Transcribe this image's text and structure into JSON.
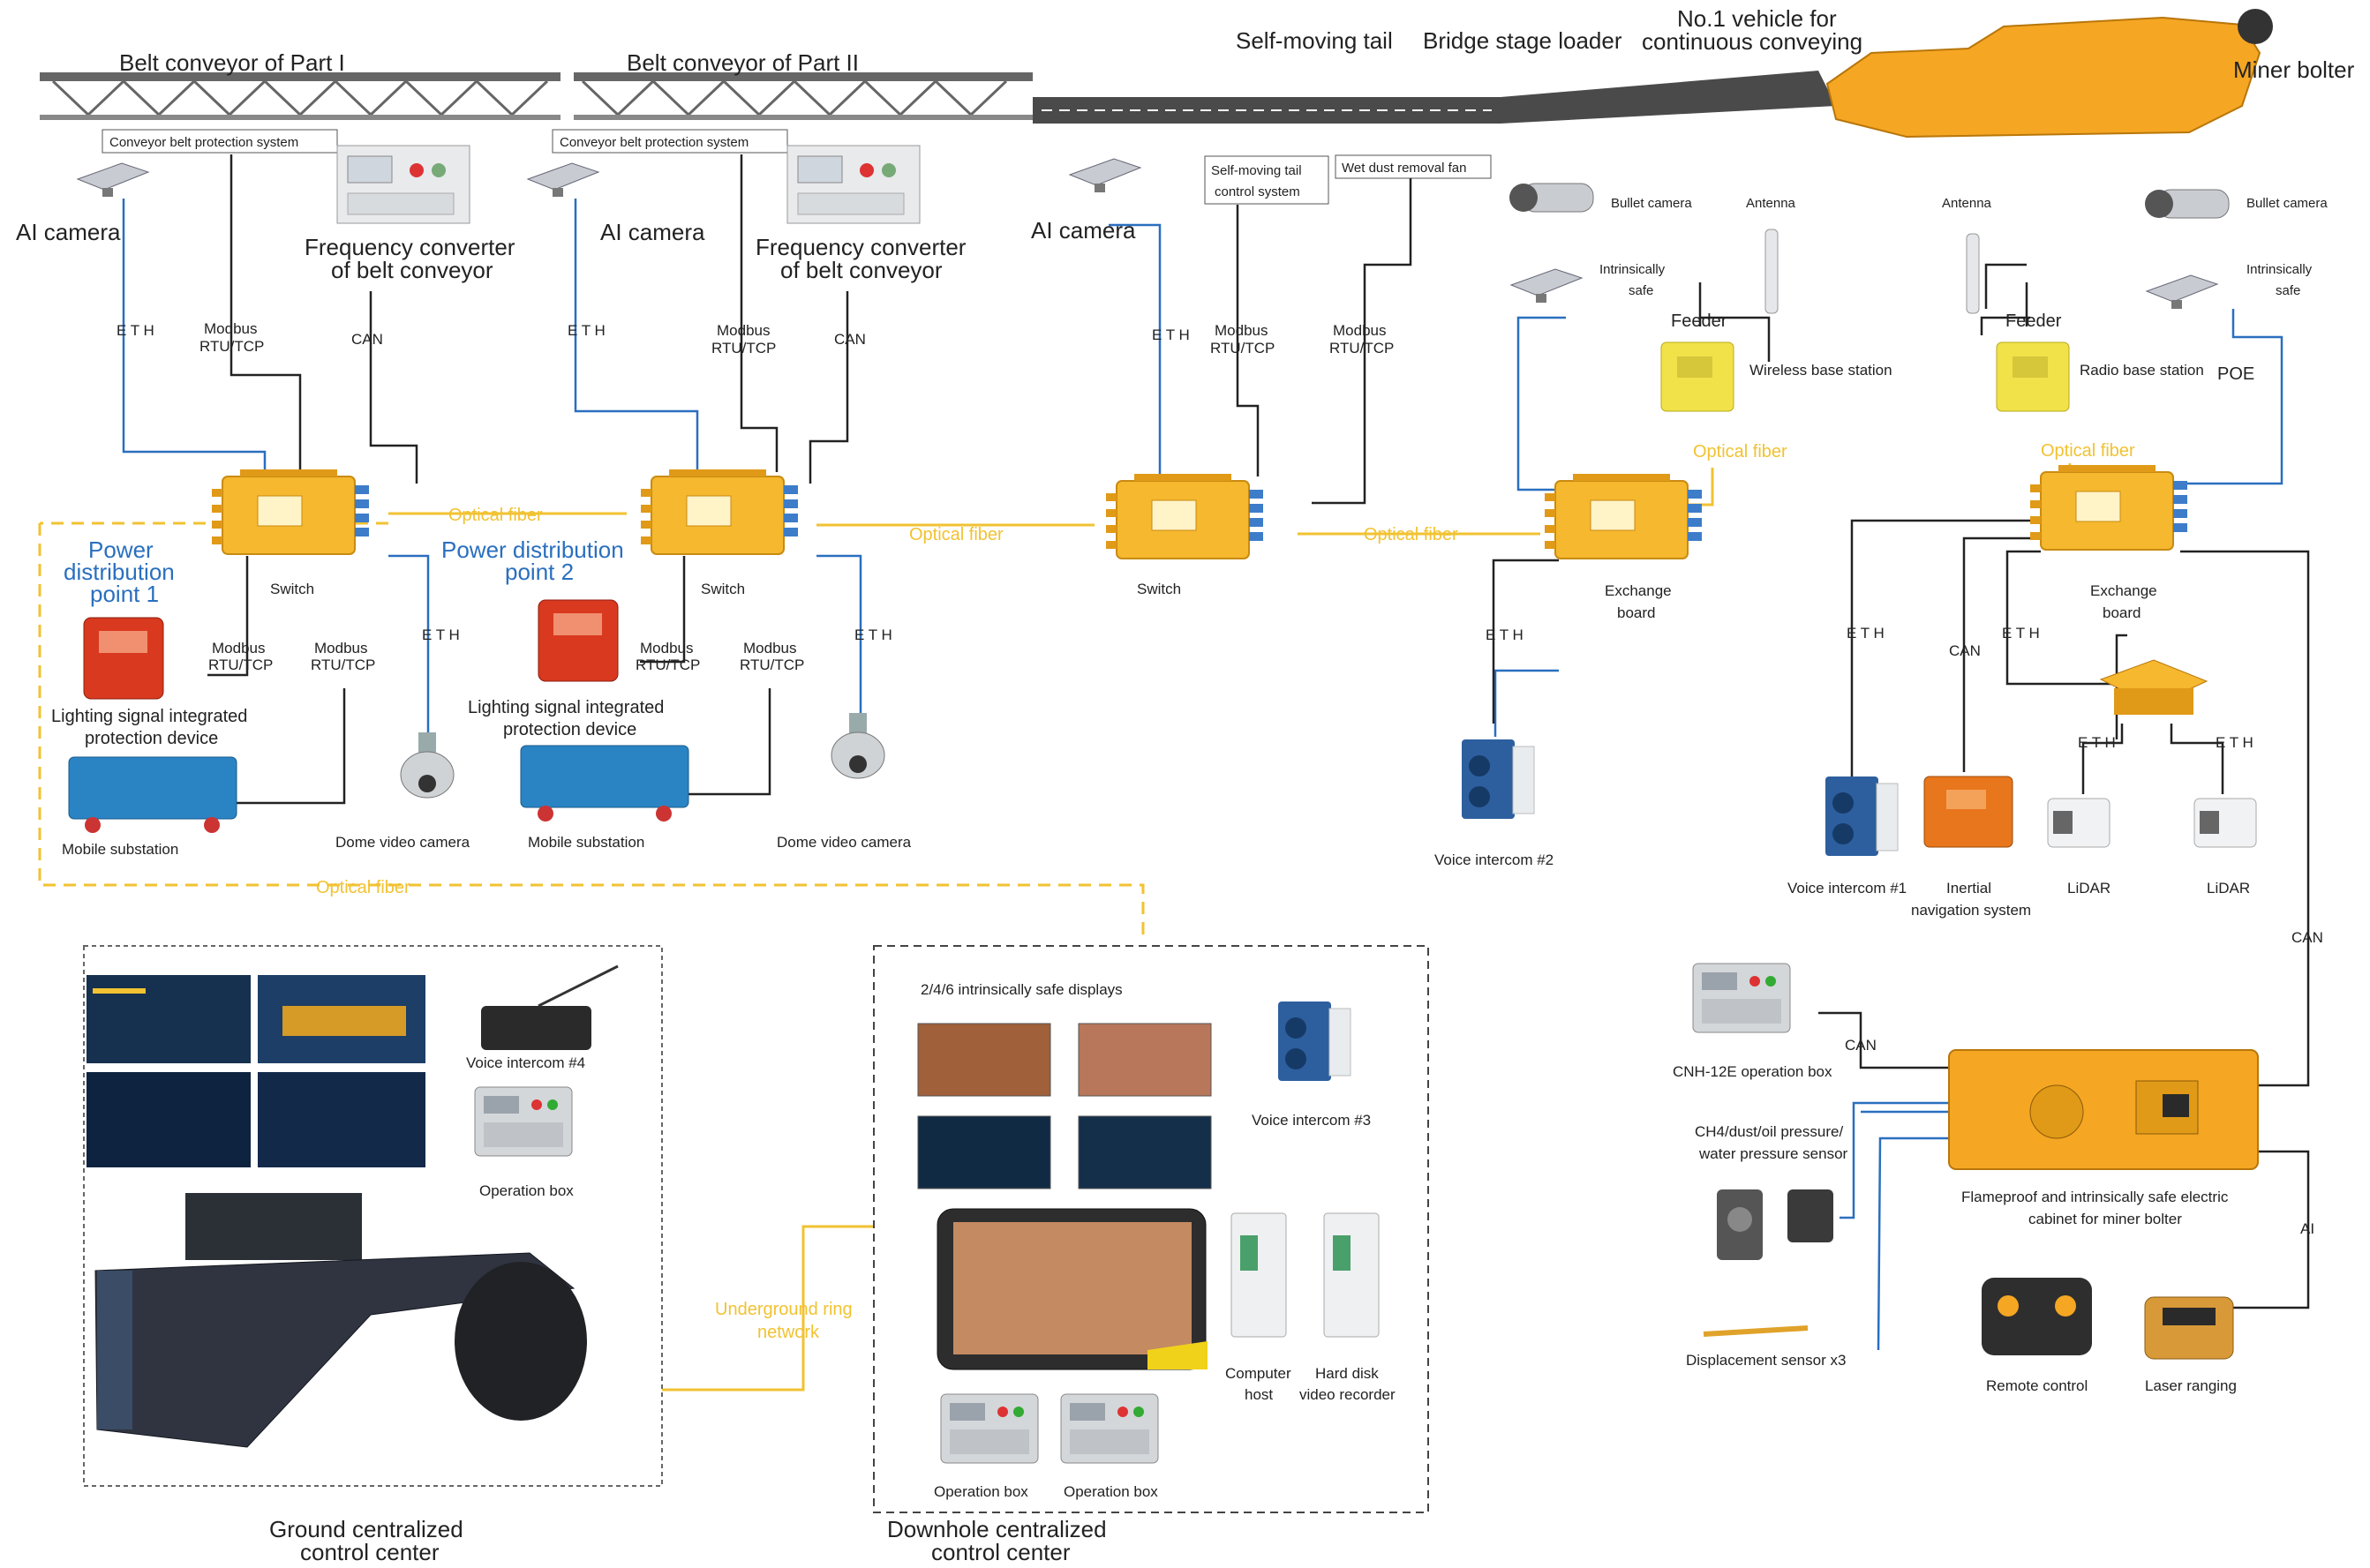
{
  "top_labels": {
    "belt1": "Belt conveyor of Part I",
    "belt2": "Belt conveyor of Part II",
    "self_tail": "Self-moving tail",
    "bridge": "Bridge stage loader",
    "vehicle_l1": "No.1 vehicle for",
    "vehicle_l2": "continuous conveying",
    "miner": "Miner bolter"
  },
  "boxes": {
    "cbps1": "Conveyor belt protection system",
    "cbps2": "Conveyor belt protection system",
    "smt_l1": "Self-moving tail",
    "smt_l2": "control system",
    "wdrf": "Wet dust removal fan"
  },
  "devices": {
    "ai_camera": "AI camera",
    "freq_l1": "Frequency converter",
    "freq_l2": "of belt conveyor",
    "switch": "Switch",
    "pdp1_l1": "Power",
    "pdp1_l2": "distribution",
    "pdp1_l3": "point 1",
    "pdp2_l1": "Power distribution",
    "pdp2_l2": "point 2",
    "lsipd_l1": "Lighting signal integrated",
    "lsipd_l2": "protection device",
    "mobile_sub": "Mobile substation",
    "dome": "Dome video camera",
    "bullet": "Bullet camera",
    "intr_l1": "Intrinsically",
    "intr_l2": "safe",
    "antenna": "Antenna",
    "feeder": "Feeder",
    "wireless_bs": "Wireless base station",
    "radio_bs": "Radio base station",
    "poe": "POE",
    "exch_l1": "Exchange",
    "exch_l2": "board",
    "vi2": "Voice intercom #2",
    "vi1": "Voice intercom #1",
    "ins_l1": "Inertial",
    "ins_l2": "navigation system",
    "lidar": "LiDAR",
    "cnh": "CNH-12E operation box",
    "ch4_l1": "CH4/dust/oil pressure/",
    "ch4_l2": "water pressure sensor",
    "disp": "Displacement sensor x3",
    "cab_l1": "Flameproof and intrinsically safe electric",
    "cab_l2": "cabinet for miner bolter",
    "remote": "Remote control",
    "laser": "Laser ranging"
  },
  "links": {
    "eth": "E T H",
    "modbus_l1": "Modbus",
    "modbus_l2": "RTU/TCP",
    "can": "CAN",
    "optical": "Optical fiber",
    "ai": "AI",
    "ring_l1": "Underground ring",
    "ring_l2": "network"
  },
  "ground": {
    "vi4": "Voice intercom #4",
    "op_box": "Operation box",
    "title_l1": "Ground centralized",
    "title_l2": "control center"
  },
  "downhole": {
    "displays": "2/4/6 intrinsically safe displays",
    "vi3": "Voice intercom #3",
    "pc_l1": "Computer",
    "pc_l2": "host",
    "hdd_l1": "Hard disk",
    "hdd_l2": "video recorder",
    "op_box": "Operation box",
    "title_l1": "Downhole centralized",
    "title_l2": "control center"
  },
  "colors": {
    "device_yellow": "#f5b82e",
    "fiber_gold": "#f1c232",
    "eth_blue": "#2a6fbf",
    "dark_line": "#222222"
  }
}
